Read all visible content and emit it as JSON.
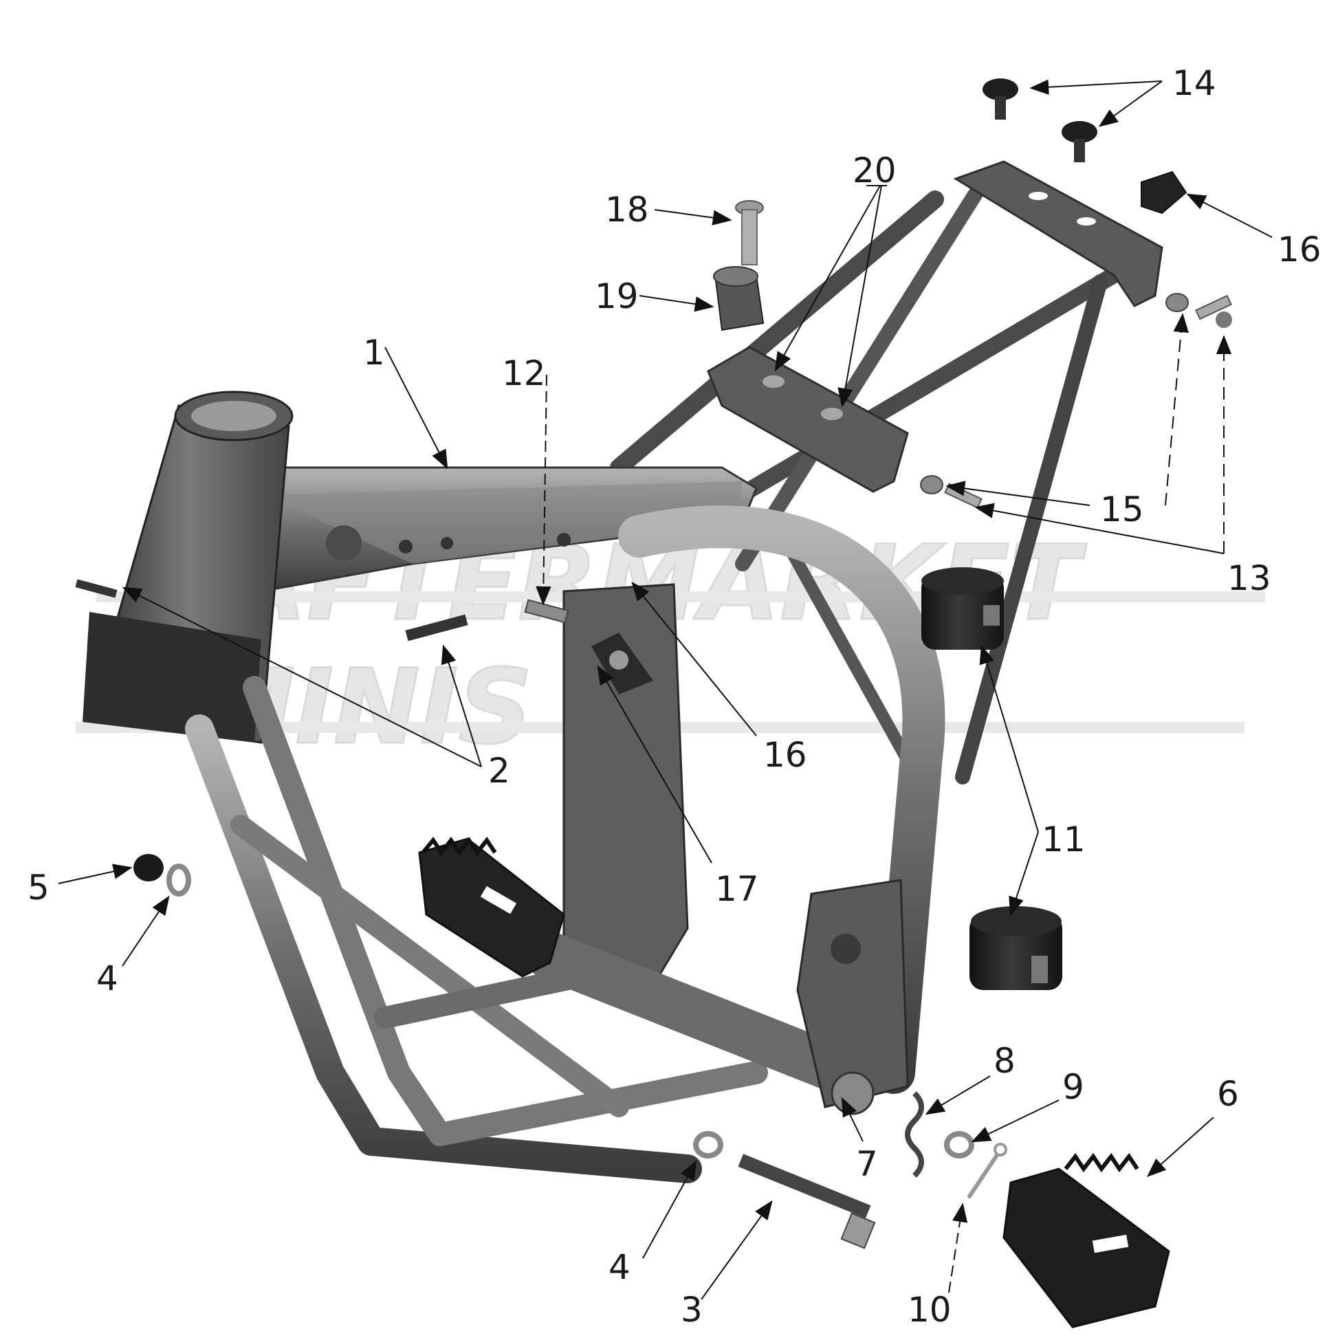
{
  "watermark": {
    "line1": "AFTERMARKET",
    "line2": "MINIS"
  },
  "callouts": [
    {
      "id": "1",
      "label": "1"
    },
    {
      "id": "2",
      "label": "2"
    },
    {
      "id": "3",
      "label": "3"
    },
    {
      "id": "4a",
      "label": "4"
    },
    {
      "id": "4b",
      "label": "4"
    },
    {
      "id": "5",
      "label": "5"
    },
    {
      "id": "6",
      "label": "6"
    },
    {
      "id": "7",
      "label": "7"
    },
    {
      "id": "8",
      "label": "8"
    },
    {
      "id": "9",
      "label": "9"
    },
    {
      "id": "10",
      "label": "10"
    },
    {
      "id": "11",
      "label": "11"
    },
    {
      "id": "12",
      "label": "12"
    },
    {
      "id": "13",
      "label": "13"
    },
    {
      "id": "14",
      "label": "14"
    },
    {
      "id": "15",
      "label": "15"
    },
    {
      "id": "16a",
      "label": "16"
    },
    {
      "id": "16b",
      "label": "16"
    },
    {
      "id": "17",
      "label": "17"
    },
    {
      "id": "18",
      "label": "18"
    },
    {
      "id": "19",
      "label": "19"
    },
    {
      "id": "20",
      "label": "20"
    }
  ],
  "colors": {
    "frame_dark": "#3a3a3a",
    "frame_mid": "#6e6e6e",
    "frame_light": "#9a9a9a",
    "part_black": "#1e1e1e",
    "leader": "#111111",
    "watermark": "#e6e6e6"
  }
}
